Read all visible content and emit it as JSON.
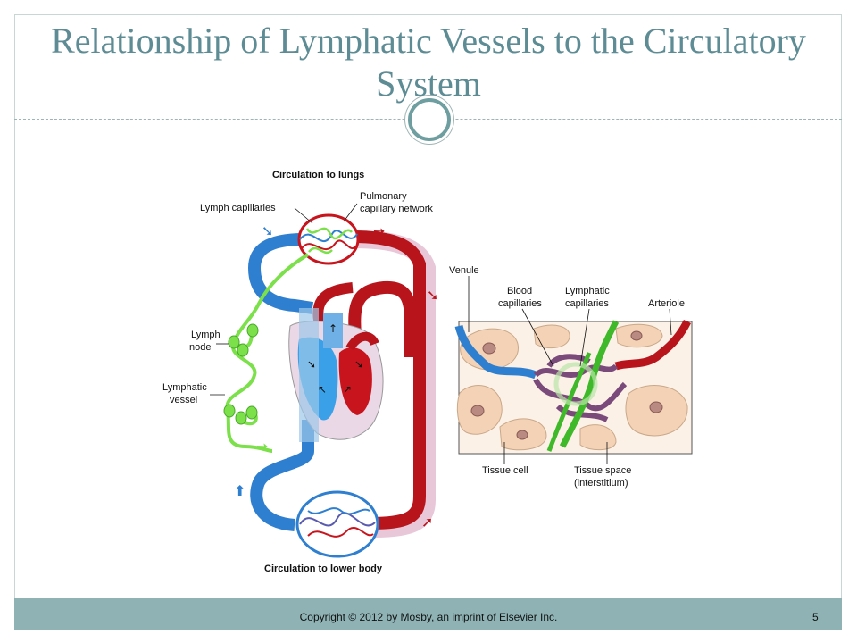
{
  "slide": {
    "title": "Relationship of Lymphatic Vessels to the Circulatory System",
    "footer": "Copyright © 2012 by Mosby, an imprint of Elsevier Inc.",
    "page_number": "5"
  },
  "diagram": {
    "labels": {
      "circulation_lungs": "Circulation to lungs",
      "lymph_capillaries": "Lymph capillaries",
      "pulmonary_1": "Pulmonary",
      "pulmonary_2": "capillary network",
      "lymph_node_1": "Lymph",
      "lymph_node_2": "node",
      "lymphatic_vessel_1": "Lymphatic",
      "lymphatic_vessel_2": "vessel",
      "circulation_lower": "Circulation to lower body",
      "venule": "Venule",
      "blood_cap_1": "Blood",
      "blood_cap_2": "capillaries",
      "lymph_cap_1": "Lymphatic",
      "lymph_cap_2": "capillaries",
      "arteriole": "Arteriole",
      "tissue_cell": "Tissue cell",
      "tissue_space_1": "Tissue space",
      "tissue_space_2": "(interstitium)"
    },
    "colors": {
      "vein_blue": "#2f7fd0",
      "artery_red": "#b8141c",
      "lymph_green": "#7be04a",
      "cell_tan": "#f3d2b6"
    }
  }
}
